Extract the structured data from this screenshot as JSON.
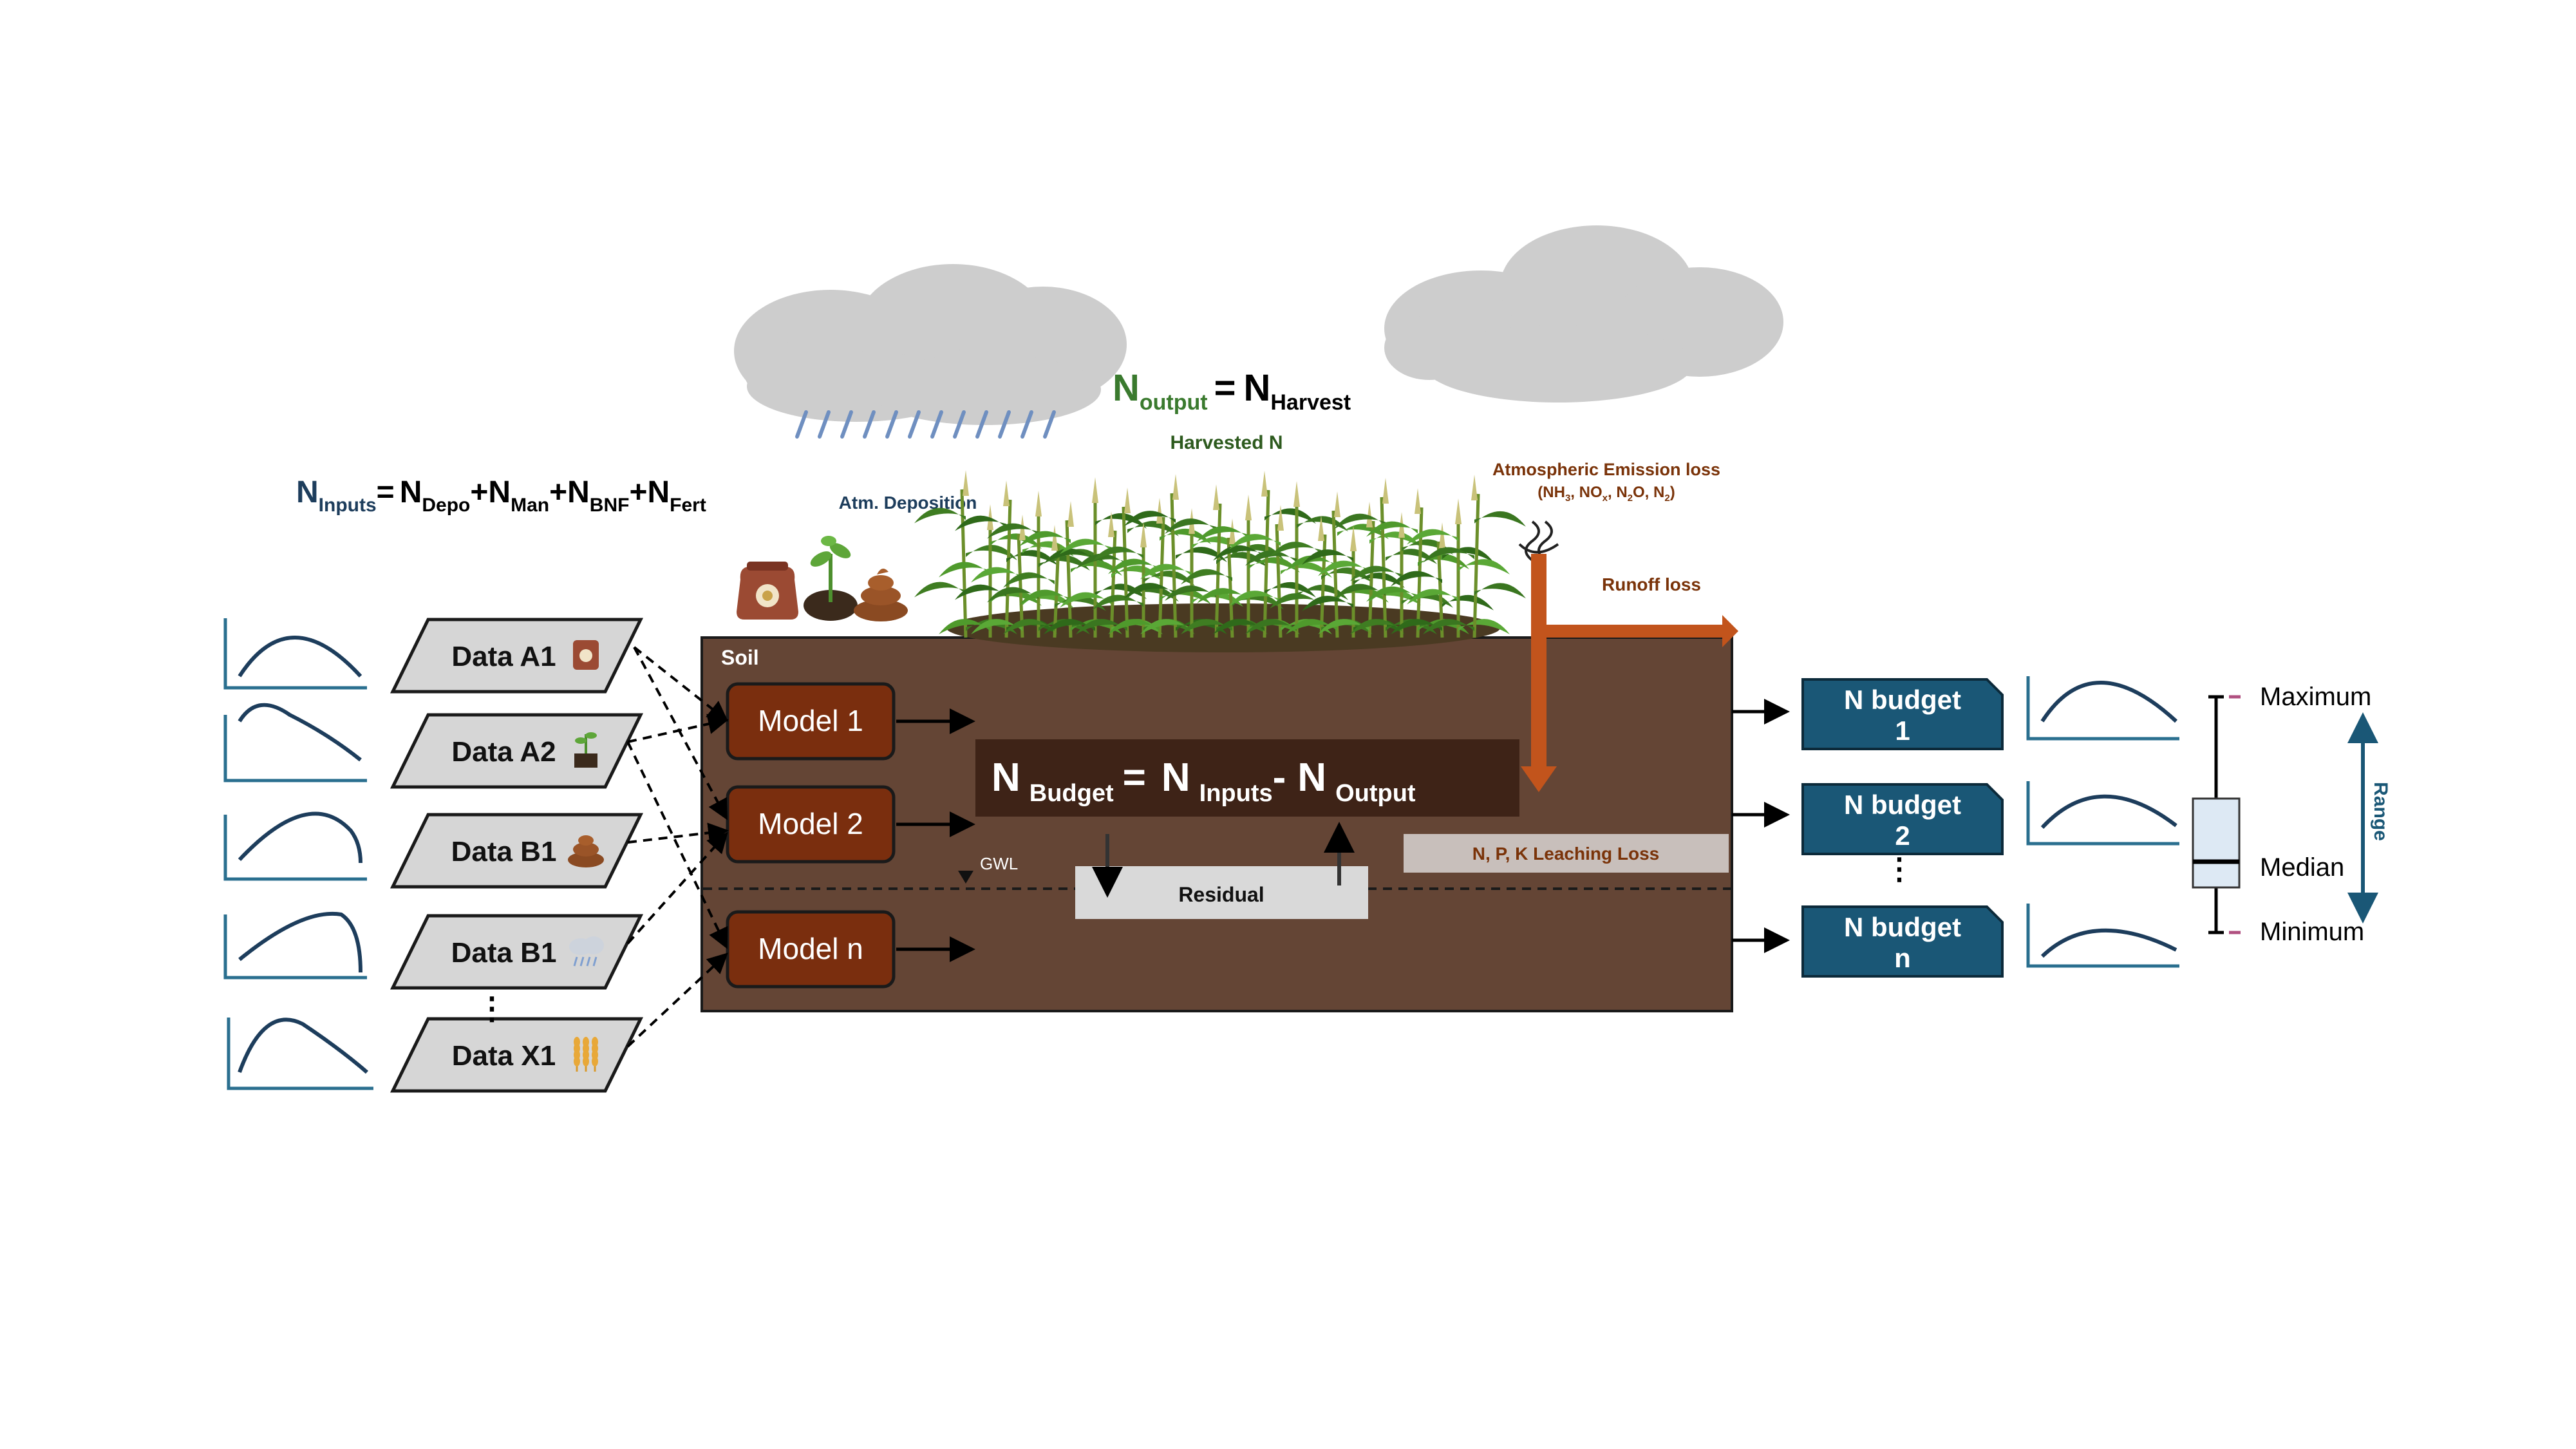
{
  "equations": {
    "inputs": {
      "lhs": "N",
      "lhs_sub": "Inputs",
      "eq": "=",
      "t1": "N",
      "s1": "Depo",
      "t2": "+N",
      "s2": "Man",
      "t3": "+N",
      "s3": "BNF",
      "t4": "+N",
      "s4": "Fert"
    },
    "output": {
      "lhs": "N",
      "lhs_sub": "output",
      "eq": "=",
      "rhs": "N",
      "rhs_sub": "Harvest"
    },
    "budget": {
      "n1": "N",
      "s1": "Budget",
      "eq": "=",
      "n2": "N",
      "s2": "Inputs",
      "minus": "-",
      "n3": "N",
      "s3": "Output"
    }
  },
  "labels": {
    "harvested_n": "Harvested N",
    "atm_deposition": "Atm. Deposition",
    "atm_emission": "Atmospheric Emission loss",
    "emission_species": {
      "open": "(NH",
      "nh_sub": "3",
      "no": ", NO",
      "no_sub": "x",
      "n2o": ", N",
      "n2o_sub": "2",
      "n2o_end": "O, N",
      "n2_sub": "2",
      "close": ")"
    },
    "runoff": "Runoff loss",
    "soil": "Soil",
    "gwl": "GWL",
    "residual": "Residual",
    "leaching": "N, P, K Leaching Loss"
  },
  "data_inputs": [
    "Data A1",
    "Data A2",
    "Data B1",
    "Data B1",
    "Data X1"
  ],
  "input_icons": [
    "fertilizer-bag-icon",
    "seedling-icon",
    "manure-icon",
    "rain-cloud-icon",
    "wheat-icon"
  ],
  "ellipsis": "⋮",
  "models": [
    "Model 1",
    "Model 2",
    "Model n"
  ],
  "budgets": [
    {
      "line1": "N budget",
      "line2": "1"
    },
    {
      "line1": "N budget",
      "line2": "2"
    },
    {
      "line1": "N budget",
      "line2": "n"
    }
  ],
  "boxplot": {
    "maximum": "Maximum",
    "median": "Median",
    "minimum": "Minimum",
    "range": "Range"
  },
  "colors": {
    "soil": "#644535",
    "model": "#7a2e0e",
    "budget_box": "#1a5776",
    "navy": "#1d3d5c",
    "loss_text": "#7a3309",
    "loss_arrow": "#c2541c",
    "harvest_green": "#3a7a2e",
    "dark_green": "#2d5a1e",
    "cloud": "#cdcdcd",
    "rain": "#6f8fc0"
  }
}
